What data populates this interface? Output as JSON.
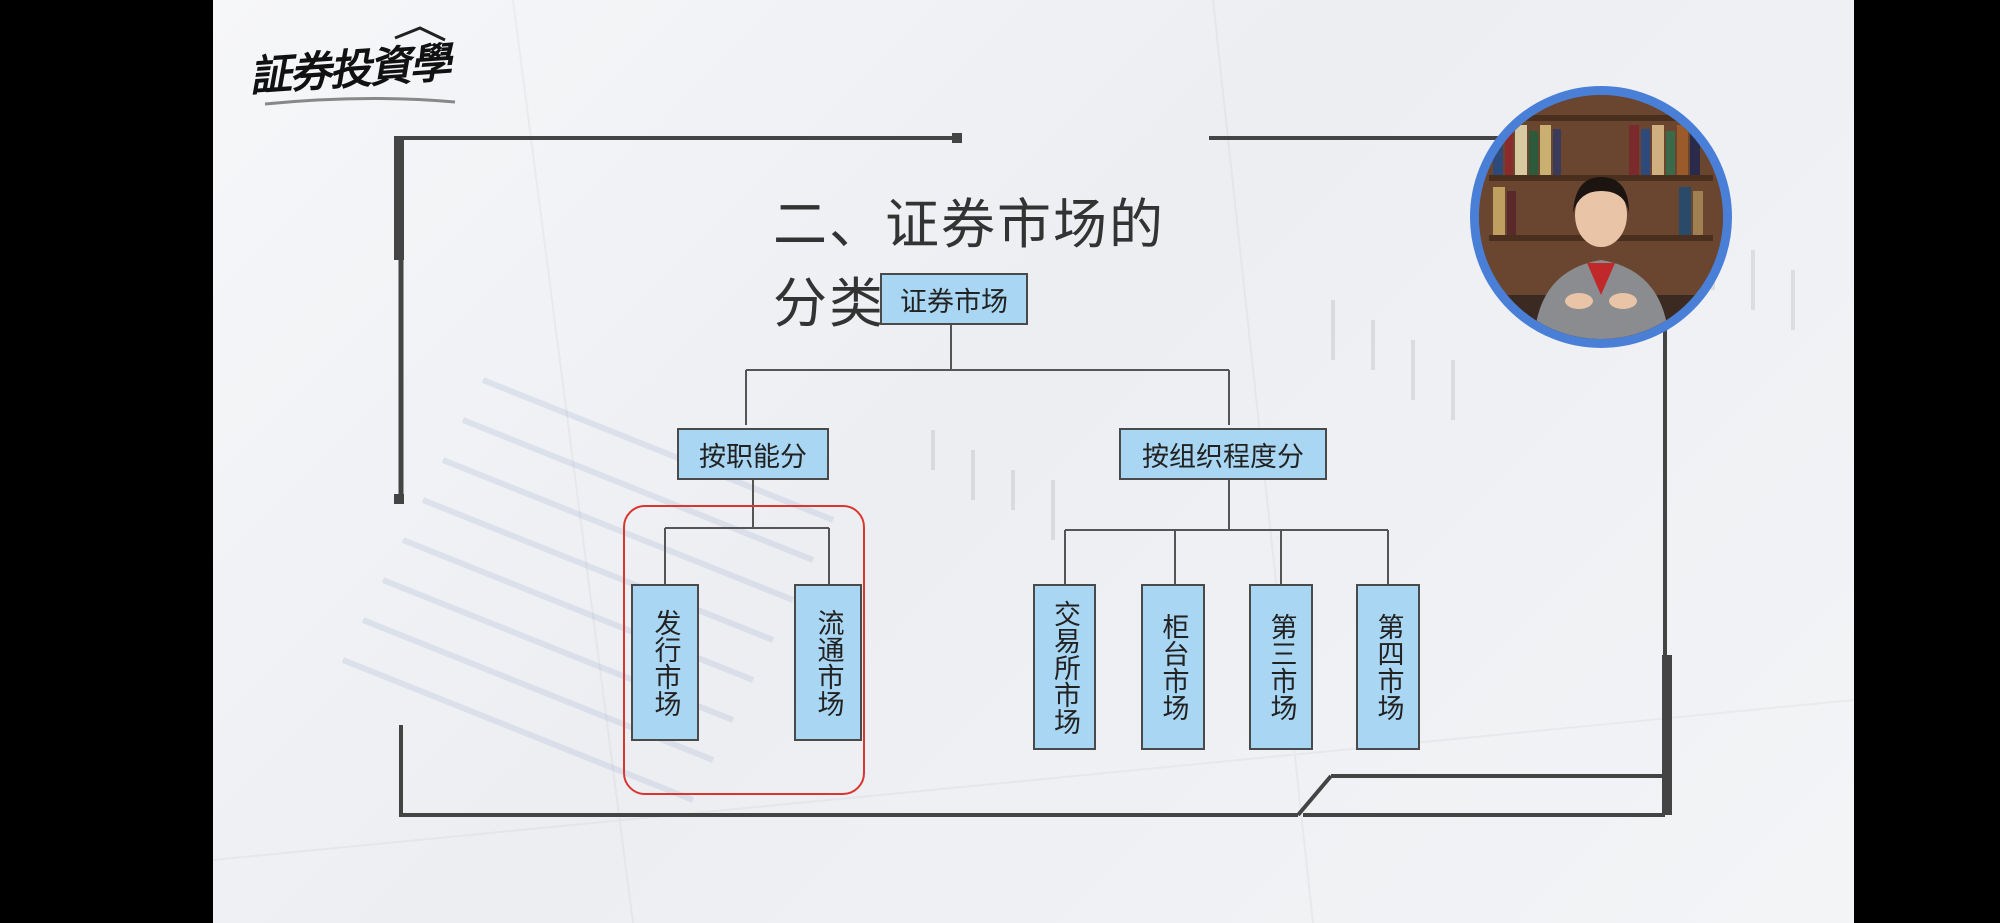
{
  "logo": {
    "text": "証券投資學"
  },
  "title": "二、证券市场的分类",
  "diagram": {
    "root": "证券市场",
    "branches": [
      {
        "label": "按职能分",
        "children": [
          "发行市场",
          "流通市场"
        ]
      },
      {
        "label": "按组织程度分",
        "children": [
          "交易所市场",
          "柜台市场",
          "第三市场",
          "第四市场"
        ]
      }
    ]
  },
  "colors": {
    "node_fill": "#a9d6f2",
    "node_border": "#4a4a4a",
    "highlight": "#d9362f",
    "presenter_ring": "#4a7fd8",
    "frame": "#444444"
  },
  "presenter": {
    "icon": "presenter-video-icon"
  }
}
